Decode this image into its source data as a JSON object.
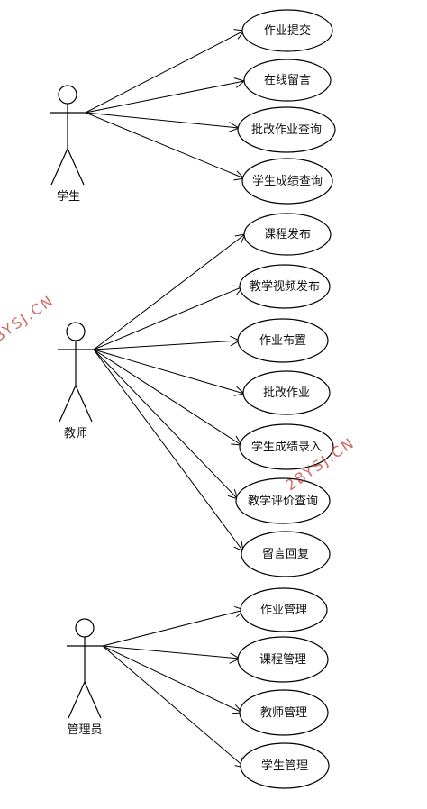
{
  "actors": [
    {
      "name": "学生",
      "use_cases": [
        "作业提交",
        "在线留言",
        "批改作业查询",
        "学生成绩查询"
      ]
    },
    {
      "name": "教师",
      "use_cases": [
        "课程发布",
        "教学视频发布",
        "作业布置",
        "批改作业",
        "学生成绩录入",
        "教学评价查询",
        "留言回复"
      ]
    },
    {
      "name": "管理员",
      "use_cases": [
        "作业管理",
        "课程管理",
        "教师管理",
        "学生管理"
      ]
    }
  ],
  "watermarks": [
    "BYSJ.CN",
    "2BYSJ.CN"
  ],
  "colors": {
    "line": "#000000",
    "watermark": "#c0392b",
    "background": "#ffffff"
  }
}
